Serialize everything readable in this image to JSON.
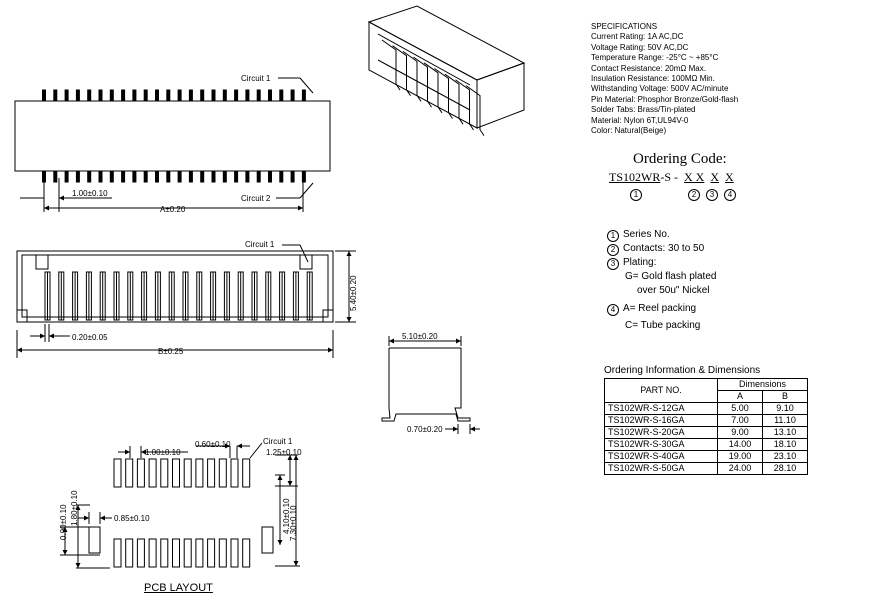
{
  "specifications": {
    "title": "SPECIFICATIONS",
    "lines": [
      "Current Rating: 1A AC,DC",
      "Voltage Rating: 50V AC,DC",
      "Temperature Range: -25°C ~ +85°C",
      "Contact Resistance: 20mΩ Max.",
      "Insulation Resistance: 100MΩ Min.",
      "Withstanding Voltage: 500V AC/minute",
      "Pin Material: Phosphor Bronze/Gold-flash",
      "Solder Tabs: Brass/Tin-plated",
      "Material: Nylon 6T,UL94V-0",
      "Color: Natural(Beige)"
    ]
  },
  "ordering": {
    "title": "Ordering Code:",
    "code_prefix": "TS102WR",
    "code_suffix": "-S - ",
    "xx": "X X",
    "x1": "X",
    "x2": "X",
    "n1": "1",
    "n2": "2",
    "n3": "3",
    "n4": "4",
    "items": {
      "series": "Series No.",
      "contacts": "Contacts: 30 to 50",
      "plating": "Plating:",
      "plating_g": "G= Gold flash plated",
      "plating_g2": "over 50u\" Nickel",
      "pack_a": "A= Reel packing",
      "pack_c": "C= Tube packing"
    }
  },
  "table": {
    "title": "Ordering Information & Dimensions",
    "part_header": "PART NO.",
    "dim_header": "Dimensions",
    "col_a": "A",
    "col_b": "B",
    "rows": [
      {
        "part": "TS102WR-S-12GA",
        "a": "5.00",
        "b": "9.10"
      },
      {
        "part": "TS102WR-S-16GA",
        "a": "7.00",
        "b": "11.10"
      },
      {
        "part": "TS102WR-S-20GA",
        "a": "9.00",
        "b": "13.10"
      },
      {
        "part": "TS102WR-S-30GA",
        "a": "14.00",
        "b": "18.10"
      },
      {
        "part": "TS102WR-S-40GA",
        "a": "19.00",
        "b": "23.10"
      },
      {
        "part": "TS102WR-S-50GA",
        "a": "24.00",
        "b": "28.10"
      }
    ]
  },
  "top_view": {
    "circuit1": "Circuit 1",
    "circuit2": "Circuit 2",
    "pitch": "1.00±0.10",
    "dim_a": "A±0.20"
  },
  "front_view": {
    "circuit1": "Circuit 1",
    "pin_width": "0.20±0.05",
    "dim_b": "B±0.25",
    "height": "5.40±0.20"
  },
  "side_view": {
    "width": "5.10±0.20",
    "tab": "0.70±0.20"
  },
  "pcb": {
    "label": "PCB LAYOUT",
    "circuit1": "Circuit 1",
    "pitch": "1.00±0.10",
    "pad_w": "0.60±0.10",
    "pad_len": "1.25±0.10",
    "d090": "0.90±0.10",
    "d180": "1.80±0.10",
    "d085": "0.85±0.10",
    "d410": "4.10±0.10",
    "d730": "7.30±0.10"
  }
}
